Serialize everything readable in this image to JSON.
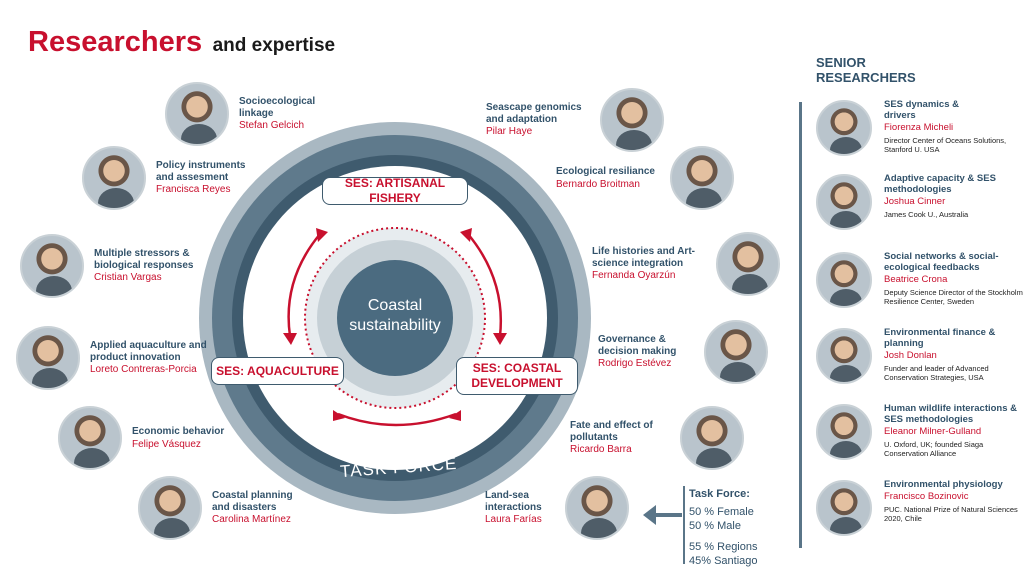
{
  "header": {
    "title_main": "Researchers",
    "title_sub": "and expertise"
  },
  "diagram": {
    "center": "Coastal sustainability",
    "ring_label": "TASK FORCE",
    "ses_fishery": "SES: ARTISANAL FISHERY",
    "ses_aquaculture": "SES: AQUACULTURE",
    "ses_coastal": "SES: COASTAL DEVELOPMENT",
    "colors": {
      "outer_ring": "#a9b8c2",
      "mid_ring": "#5f7a8c",
      "inner_ring": "#3f5b6e",
      "core": "#4b6b80",
      "accent": "#c8102e"
    }
  },
  "researchers_left": [
    {
      "topic": "Socioecological linkage",
      "name": "Stefan Gelcich"
    },
    {
      "topic": "Policy instruments and assesment",
      "name": "Francisca Reyes"
    },
    {
      "topic": "Multiple stressors & biological responses",
      "name": "Cristian Vargas"
    },
    {
      "topic": "Applied aquaculture and product innovation",
      "name": "Loreto Contreras-Porcia"
    },
    {
      "topic": "Economic behavior",
      "name": "Felipe Vásquez"
    },
    {
      "topic": "Coastal planning and disasters",
      "name": "Carolina Martínez"
    }
  ],
  "researchers_right": [
    {
      "topic": "Seascape genomics and adaptation",
      "name": "Pilar Haye"
    },
    {
      "topic": "Ecological resiliance",
      "name": "Bernardo Broitman"
    },
    {
      "topic": "Life histories and Art-science integration",
      "name": "Fernanda Oyarzún"
    },
    {
      "topic": "Governance & decision making",
      "name": "Rodrigo Estévez"
    },
    {
      "topic": "Fate and effect of pollutants",
      "name": "Ricardo Barra"
    },
    {
      "topic": "Land-sea interactions",
      "name": "Laura Farías"
    }
  ],
  "task_force_stats": {
    "heading": "Task Force:",
    "female": "50 % Female",
    "male": "50 % Male",
    "regions": "55 % Regions",
    "santiago": "45% Santiago"
  },
  "senior": {
    "title": "SENIOR RESEARCHERS",
    "items": [
      {
        "topic": "SES dynamics & drivers",
        "name": "Fiorenza Micheli",
        "aff": "Director Center of Oceans Solutions, Stanford U. USA"
      },
      {
        "topic": "Adaptive capacity & SES methodologies",
        "name": "Joshua Cinner",
        "aff": "James Cook U., Australia"
      },
      {
        "topic": "Social networks & social-ecological feedbacks",
        "name": "Beatrice Crona",
        "aff": "Deputy Science Director of the Stockholm Resilience Center, Sweden"
      },
      {
        "topic": "Environmental finance & planning",
        "name": "Josh Donlan",
        "aff": "Funder and leader of Advanced Conservation Strategies, USA"
      },
      {
        "topic": "Human wildlife interactions & SES methodologies",
        "name": "Eleanor Milner-Gulland",
        "aff": "U. Oxford, UK; founded Siaga Conservation Alliance"
      },
      {
        "topic": "Environmental physiology",
        "name": "Francisco Bozinovic",
        "aff": "PUC. National Prize of Natural Sciences 2020, Chile"
      }
    ]
  }
}
